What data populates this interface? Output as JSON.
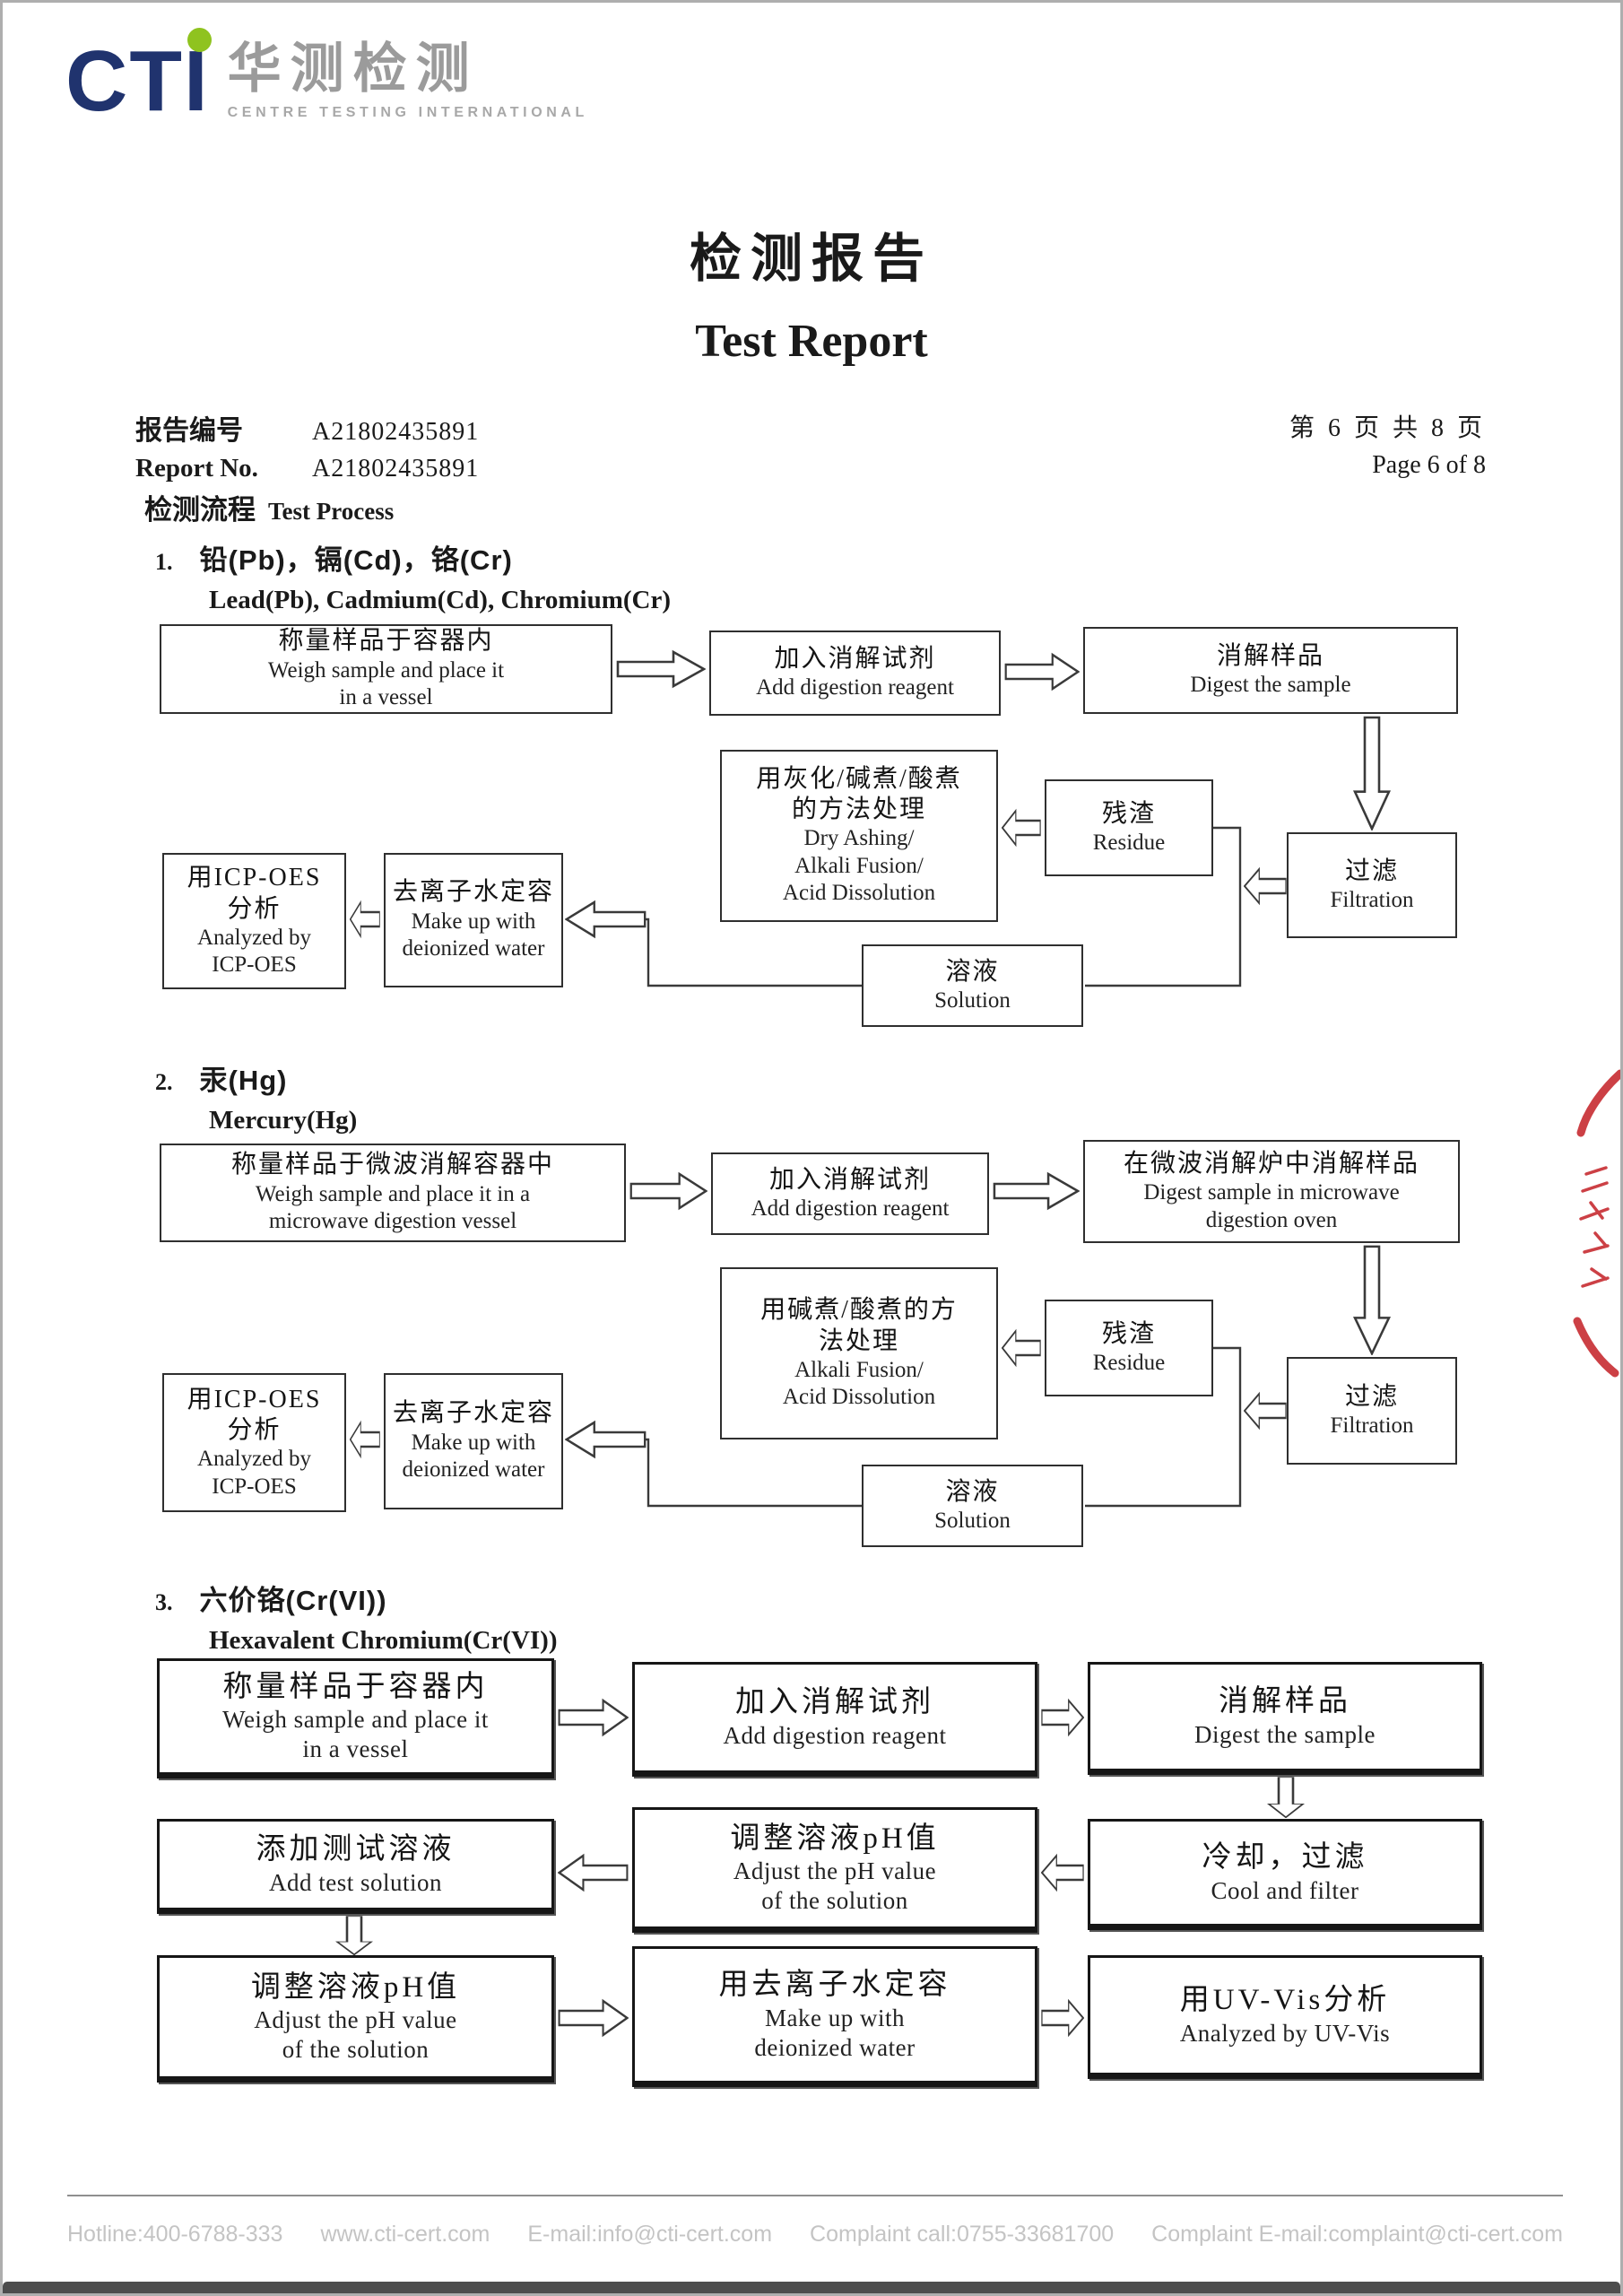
{
  "colors": {
    "cti_blue": "#20336e",
    "logo_green": "#8fc31f",
    "logo_gray": "#9b9b9b",
    "stamp_red": "#c5262c",
    "footer_gray": "#c4c4c4"
  },
  "logo": {
    "cti": "CTI",
    "zh": "华测检测",
    "en": "CENTRE TESTING INTERNATIONAL"
  },
  "title": {
    "zh": "检测报告",
    "en": "Test Report"
  },
  "report": {
    "label_zh": "报告编号",
    "label_en": "Report No.",
    "no_zh": "A21802435891",
    "no_en": "A21802435891",
    "page_zh": "第 6 页  共 8 页",
    "page_en": "Page 6 of 8"
  },
  "process": {
    "zh": "检测流程",
    "en": "Test Process"
  },
  "sections": [
    {
      "num": "1.",
      "zh": "铅(Pb)，镉(Cd)，铬(Cr)",
      "en": "Lead(Pb), Cadmium(Cd), Chromium(Cr)"
    },
    {
      "num": "2.",
      "zh": "汞(Hg)",
      "en": "Mercury(Hg)"
    },
    {
      "num": "3.",
      "zh": "六价铬(Cr(VI))",
      "en": "Hexavalent Chromium(Cr(VI))"
    }
  ],
  "flow1": {
    "b1": [
      "称量样品于容器内",
      "Weigh sample and place it",
      "in a vessel"
    ],
    "b2": [
      "加入消解试剂",
      "Add digestion reagent"
    ],
    "b3": [
      "消解样品",
      "Digest the sample"
    ],
    "b4": [
      "用灰化/碱煮/酸煮",
      "的方法处理",
      "Dry Ashing/",
      "Alkali Fusion/",
      "Acid Dissolution"
    ],
    "b5": [
      "残渣",
      "Residue"
    ],
    "b6": [
      "过滤",
      "Filtration"
    ],
    "b7": [
      "用ICP-OES",
      "分析",
      "Analyzed by",
      "ICP-OES"
    ],
    "b8": [
      "去离子水定容",
      "Make up with",
      "deionized water"
    ],
    "b9": [
      "溶液",
      "Solution"
    ]
  },
  "flow2": {
    "b1": [
      "称量样品于微波消解容器中",
      "Weigh sample and place it in a",
      "microwave digestion vessel"
    ],
    "b2": [
      "加入消解试剂",
      "Add digestion reagent"
    ],
    "b3": [
      "在微波消解炉中消解样品",
      "Digest sample in microwave",
      "digestion oven"
    ],
    "b4": [
      "用碱煮/酸煮的方",
      "法处理",
      "Alkali Fusion/",
      "Acid Dissolution"
    ],
    "b5": [
      "残渣",
      "Residue"
    ],
    "b6": [
      "过滤",
      "Filtration"
    ],
    "b7": [
      "用ICP-OES",
      "分析",
      "Analyzed by",
      "ICP-OES"
    ],
    "b8": [
      "去离子水定容",
      "Make up with",
      "deionized water"
    ],
    "b9": [
      "溶液",
      "Solution"
    ]
  },
  "flow3": {
    "c1": [
      "称量样品于容器内",
      "Weigh sample and place it",
      "in a vessel"
    ],
    "c2": [
      "加入消解试剂",
      "Add digestion reagent"
    ],
    "c3": [
      "消解样品",
      "Digest the sample"
    ],
    "c4": [
      "添加测试溶液",
      "Add test solution"
    ],
    "c5": [
      "调整溶液pH值",
      "Adjust the pH value",
      "of the solution"
    ],
    "c6": [
      "冷却，过滤",
      "Cool and filter"
    ],
    "c7": [
      "调整溶液pH值",
      "Adjust the pH value",
      "of the solution"
    ],
    "c8": [
      "用去离子水定容",
      "Make up with",
      "deionized water"
    ],
    "c9": [
      "用UV-Vis分析",
      "Analyzed by UV-Vis"
    ]
  },
  "footer": {
    "items": [
      "Hotline:400-6788-333",
      "www.cti-cert.com",
      "E-mail:info@cti-cert.com",
      "Complaint call:0755-33681700",
      "Complaint E-mail:complaint@cti-cert.com"
    ]
  }
}
